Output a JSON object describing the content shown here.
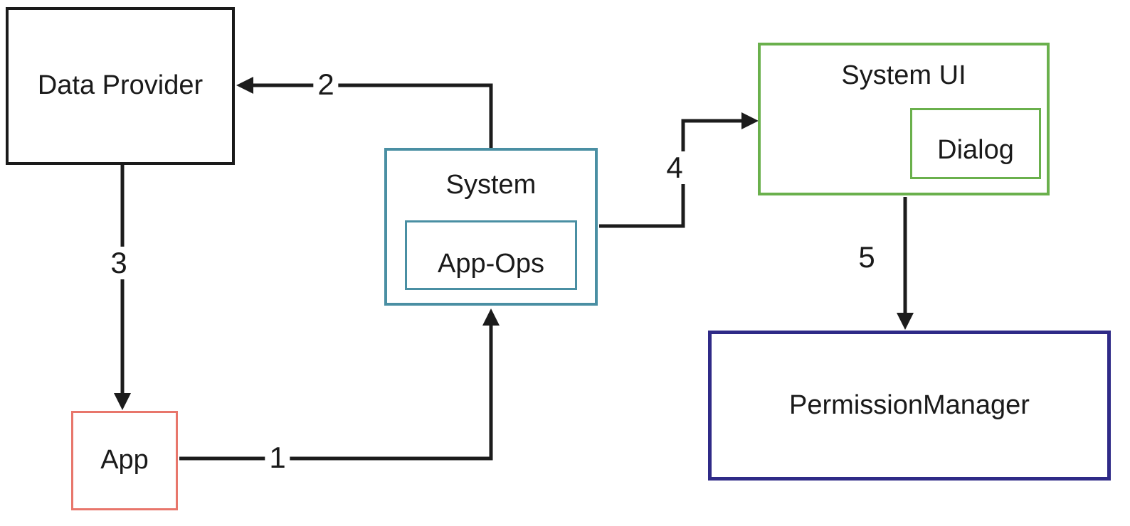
{
  "diagram": {
    "line_color": "#1c1c1c",
    "text_color": "#1a1a1a",
    "background_color": "#ffffff",
    "nodes": {
      "data_provider": {
        "label": "Data Provider",
        "border_color": "#1a1a1a"
      },
      "app": {
        "label": "App",
        "border_color": "#e8766b"
      },
      "system": {
        "label": "System",
        "border_color": "#4a8fa3"
      },
      "app_ops": {
        "label": "App-Ops",
        "border_color": "#4a8fa3"
      },
      "system_ui": {
        "label": "System UI",
        "border_color": "#6ab04c"
      },
      "dialog": {
        "label": "Dialog",
        "border_color": "#6ab04c"
      },
      "permission_manager": {
        "label": "PermissionManager",
        "border_color": "#2f2a87"
      }
    },
    "edges": [
      {
        "label": "1",
        "from": "app",
        "to": "system"
      },
      {
        "label": "2",
        "from": "system",
        "to": "data_provider"
      },
      {
        "label": "3",
        "from": "data_provider",
        "to": "app"
      },
      {
        "label": "4",
        "from": "system",
        "to": "system_ui"
      },
      {
        "label": "5",
        "from": "system_ui",
        "to": "permission_manager"
      }
    ]
  }
}
